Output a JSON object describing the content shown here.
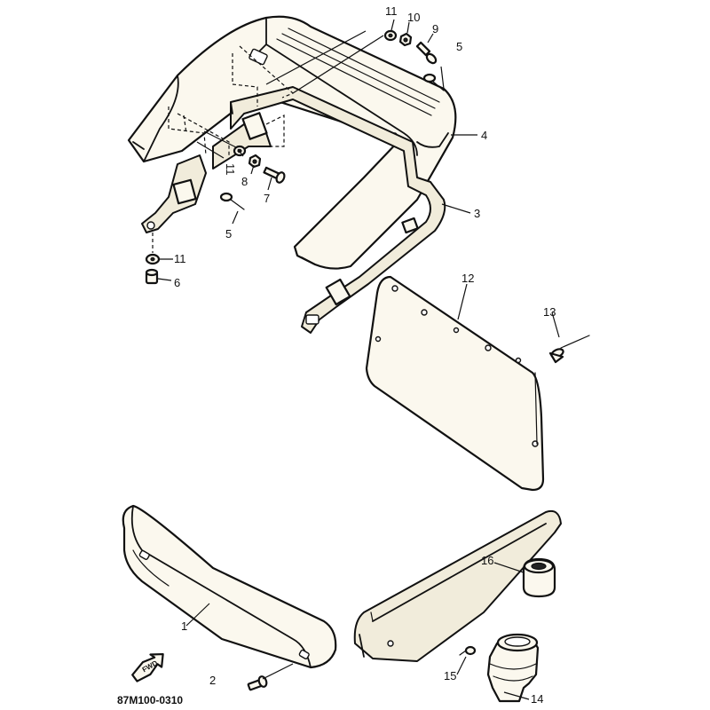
{
  "diagram": {
    "drawing_code": "87M100-0310",
    "direction_arrow_label": "FWD",
    "callouts": {
      "c1": "1",
      "c2": "2",
      "c3": "3",
      "c4": "4",
      "c5a": "5",
      "c5b": "5",
      "c6": "6",
      "c7": "7",
      "c8": "8",
      "c9": "9",
      "c10": "10",
      "c11a": "11",
      "c11b": "11",
      "c11c": "11",
      "c12": "12",
      "c13": "13",
      "c14": "14",
      "c15": "15",
      "c16": "16"
    }
  }
}
